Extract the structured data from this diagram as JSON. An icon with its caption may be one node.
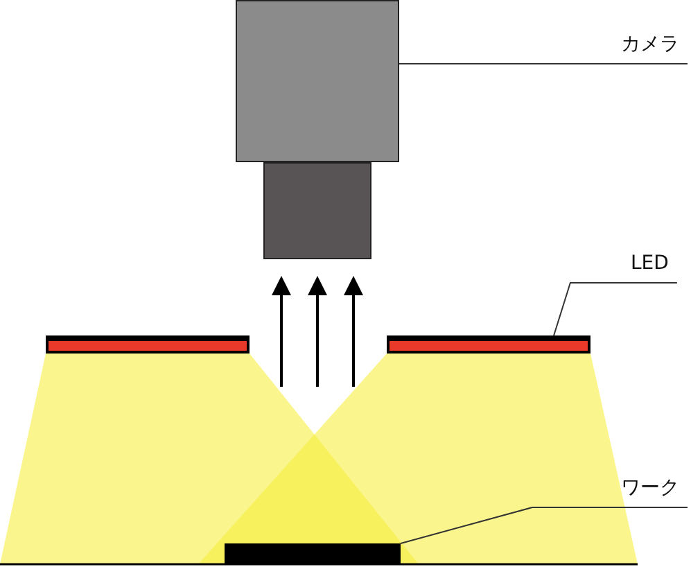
{
  "diagram": {
    "nodes": [
      {
        "text": [
          "カメラ"
        ]
      },
      {
        "text": [],
        "shape": "box"
      },
      {
        "text": [],
        "shape": "box"
      },
      {
        "text": [
          "LED"
        ]
      },
      {
        "text": [],
        "shape": "bar"
      },
      {
        "text": [],
        "shape": "bar"
      },
      {
        "text": [
          "ワーク"
        ]
      },
      {
        "text": [],
        "shape": "box"
      }
    ],
    "edges": [
      {
        "from": 0,
        "to": 1,
        "arrow": "none"
      },
      {
        "from": 3,
        "to": 5,
        "arrow": "none"
      },
      {
        "from": 6,
        "to": 7,
        "arrow": "none"
      }
    ]
  }
}
